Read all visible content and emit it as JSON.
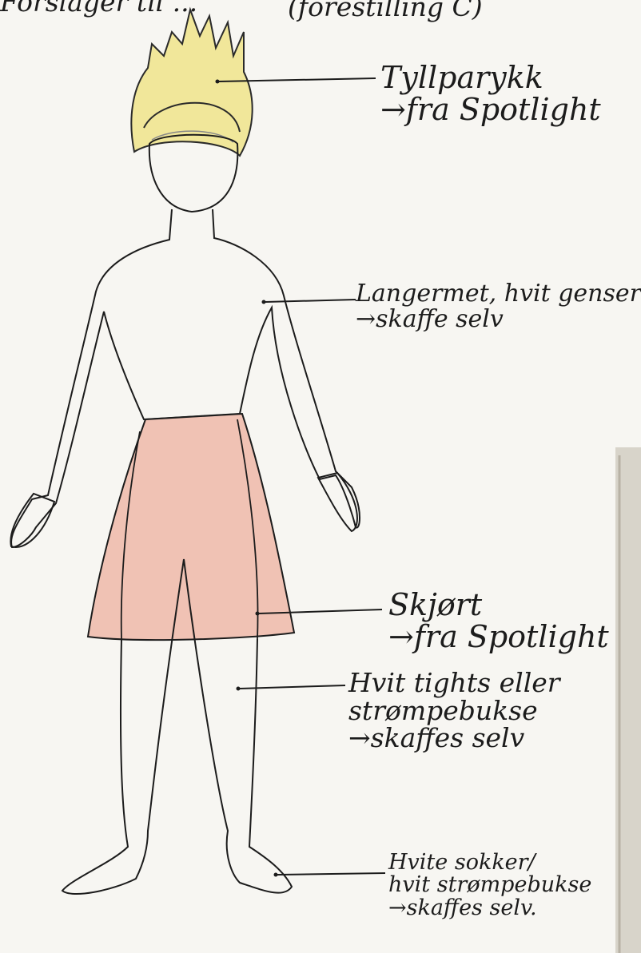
{
  "header": {
    "left": "Forslager til ...",
    "right": "(forestilling C)"
  },
  "labels": {
    "wig": {
      "line1": "Tyllparykk",
      "line2": "→fra Spotlight"
    },
    "sweater": {
      "line1": "Langermet, hvit genser",
      "line2": "→skaffe selv"
    },
    "skirt": {
      "line1": "Skjørt",
      "line2": "→fra Spotlight"
    },
    "tights": {
      "line1": "Hvit tights eller",
      "line2": "strømpebukse",
      "line3": "→skaffes selv"
    },
    "socks": {
      "line1": "Hvite sokker/",
      "line2": "hvit strømpebukse",
      "line3": "→skaffes selv."
    }
  },
  "colors": {
    "paper": "#f7f6f2",
    "ink": "#1c1c1c",
    "wig_yellow": "#f1e79a",
    "skirt_pink": "#eeb9a9",
    "notebook_edge": "#c9c4b8"
  }
}
